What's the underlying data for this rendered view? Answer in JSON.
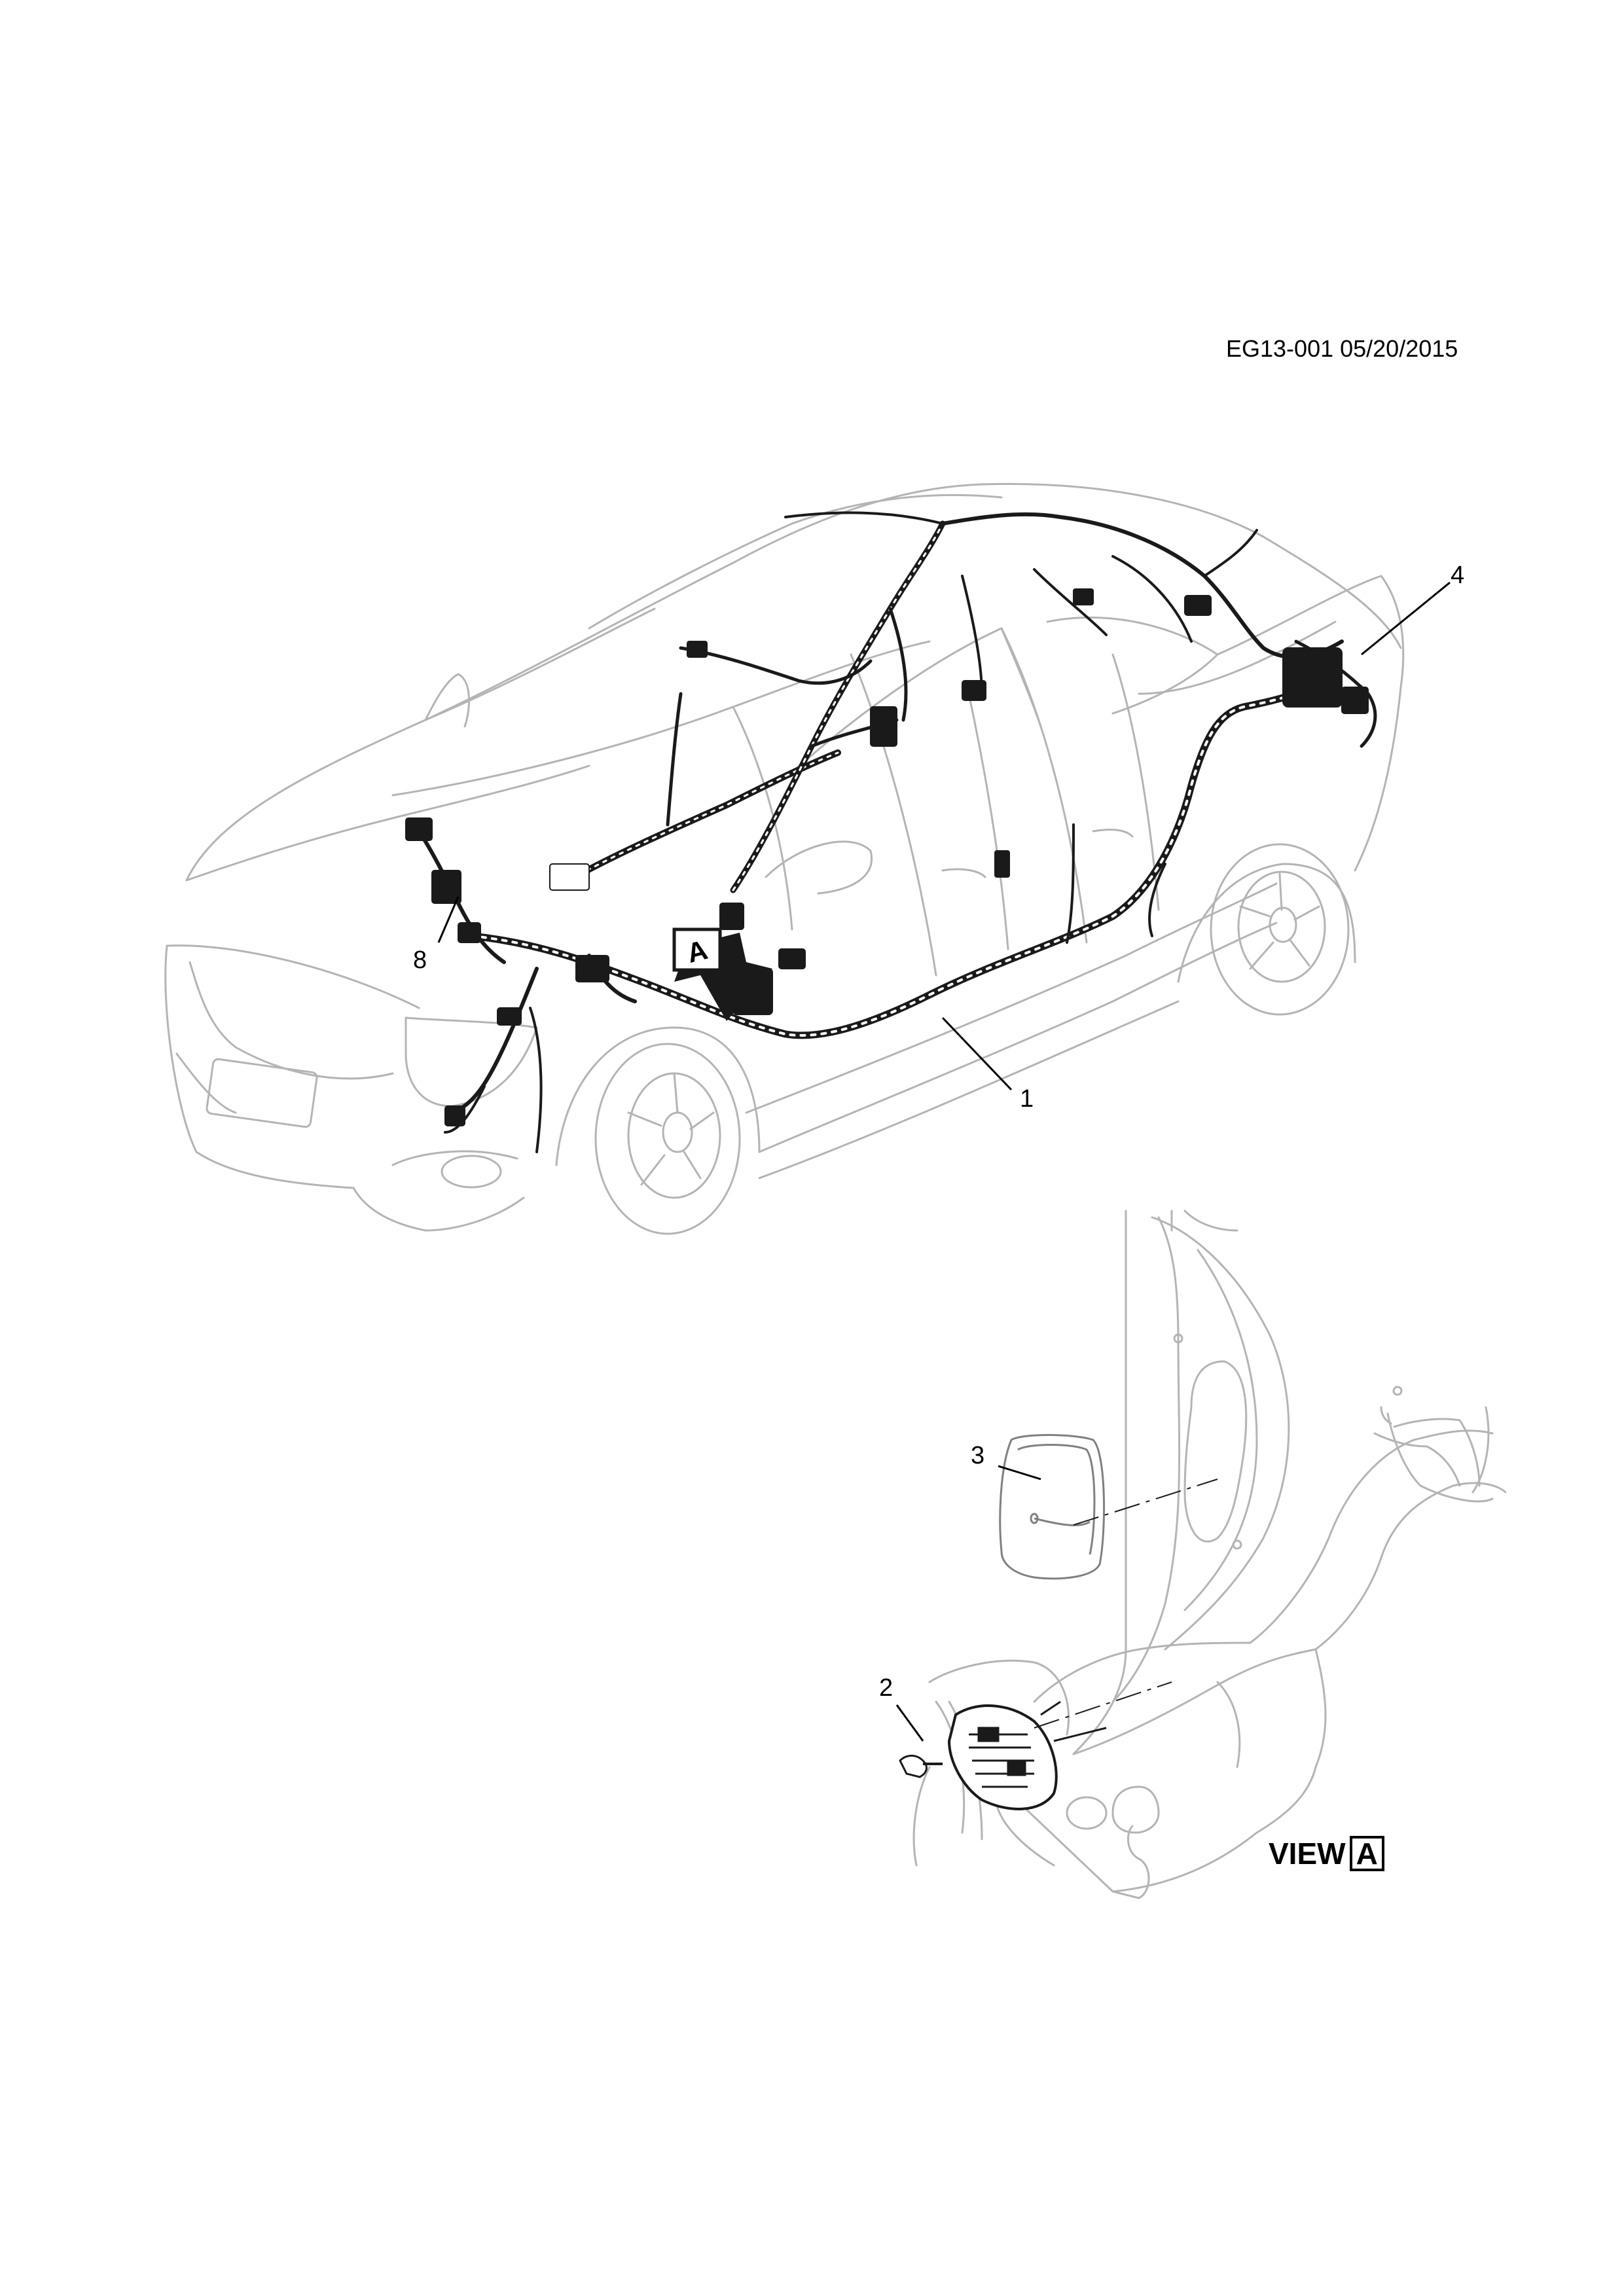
{
  "document": {
    "code": "EG13-001 05/20/2015"
  },
  "callouts": [
    {
      "label": "1"
    },
    {
      "label": "2"
    },
    {
      "label": "3"
    },
    {
      "label": "4"
    },
    {
      "label": "8"
    }
  ],
  "view_marker": {
    "letter": "A"
  },
  "view_caption": {
    "word": "VIEW",
    "letter": "A"
  },
  "colors": {
    "body_outline": "#b4b4b4",
    "wiring": "#1a1a1a",
    "callout": "#000000"
  }
}
